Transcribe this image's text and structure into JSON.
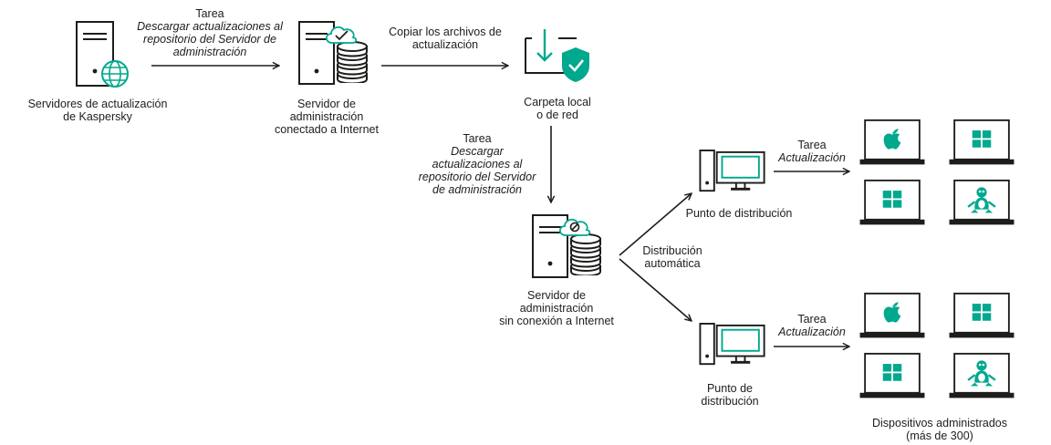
{
  "nodes": {
    "kaspersky_servers": {
      "line1": "Servidores de actualización",
      "line2": "de Kaspersky"
    },
    "admin_server_online": {
      "line1": "Servidor de",
      "line2": "administración",
      "line3": "conectado a Internet"
    },
    "local_folder": {
      "line1": "Carpeta local",
      "line2": "o de red"
    },
    "admin_server_offline": {
      "line1": "Servidor de",
      "line2": "administración",
      "line3": "sin conexión a Internet"
    },
    "distribution_point_1": {
      "line1": "Punto de distribución"
    },
    "distribution_point_2": {
      "line1": "Punto de",
      "line2": "distribución"
    },
    "managed_devices": {
      "line1": "Dispositivos administrados",
      "line2": "(más de 300)"
    }
  },
  "edges": {
    "task_download_1": {
      "title": "Tarea",
      "line1": "Descargar actualizaciones al",
      "line2": "repositorio del Servidor de",
      "line3": "administración"
    },
    "copy_files": {
      "line1": "Copiar los archivos de",
      "line2": "actualización"
    },
    "task_download_2": {
      "title": "Tarea",
      "line1": "Descargar",
      "line2": "actualizaciones al",
      "line3": "repositorio del Servidor",
      "line4": "de administración"
    },
    "auto_distribution": {
      "line1": "Distribución",
      "line2": "automática"
    },
    "task_update_1": {
      "title": "Tarea",
      "line1": "Actualización"
    },
    "task_update_2": {
      "title": "Tarea",
      "line1": "Actualización"
    }
  },
  "colors": {
    "accent": "#00a88e",
    "stroke": "#1d1d1b",
    "background": "#ffffff"
  },
  "icons": {
    "server": "server-icon",
    "globe": "globe-icon",
    "cloud_check": "cloud-check-icon",
    "cloud_blocked": "cloud-blocked-icon",
    "database": "database-icon",
    "folder": "folder-icon",
    "shield": "shield-check-icon",
    "desktop": "desktop-icon",
    "laptop_macos": "apple-laptop-icon",
    "laptop_windows": "windows-laptop-icon",
    "laptop_linux": "linux-laptop-icon"
  }
}
